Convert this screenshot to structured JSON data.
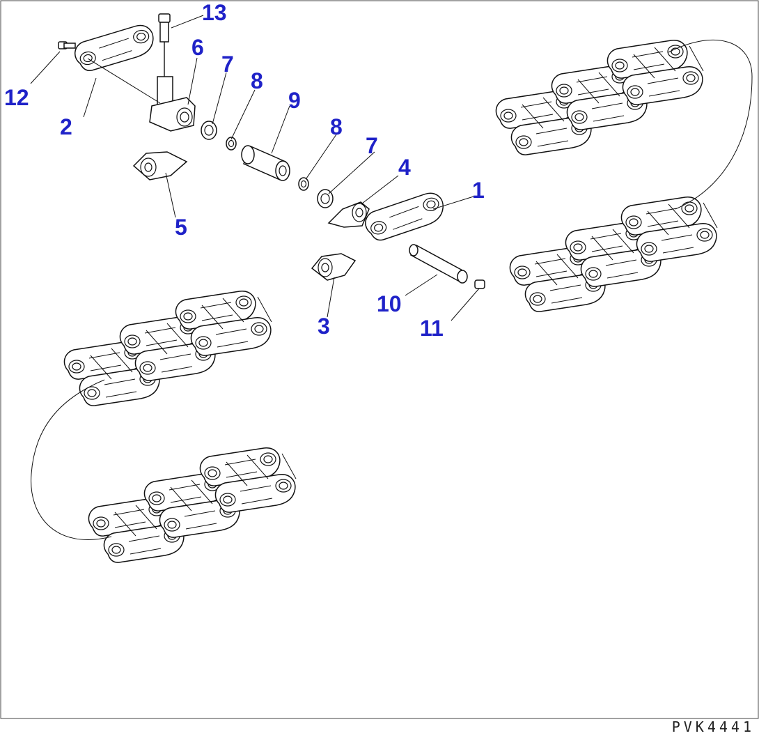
{
  "callouts": {
    "n1": "1",
    "n2": "2",
    "n3": "3",
    "n4": "4",
    "n5": "5",
    "n6": "6",
    "n7a": "7",
    "n7b": "7",
    "n8a": "8",
    "n8b": "8",
    "n9": "9",
    "n10": "10",
    "n11": "11",
    "n12": "12",
    "n13": "13"
  },
  "drawing_code": "PVK4441",
  "colors": {
    "callout": "#1f22c8",
    "line": "#111111",
    "frame": "#444444"
  }
}
